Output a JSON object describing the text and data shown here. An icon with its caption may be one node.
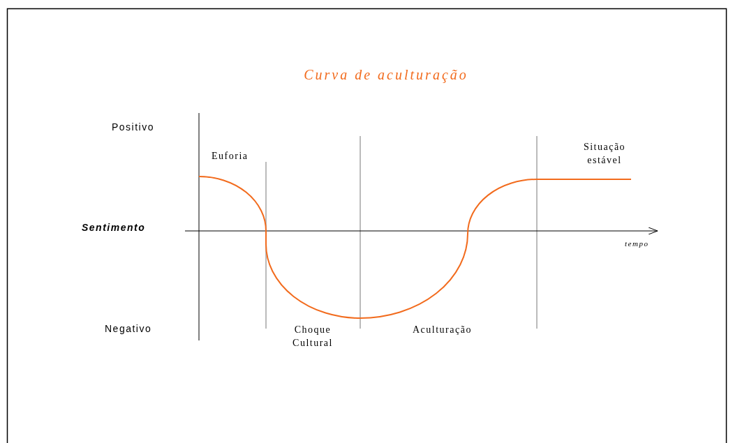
{
  "diagram": {
    "title": "Curva de aculturação",
    "labels": [
      "Positivo",
      "Euforia",
      "Situação estável",
      "Sentimento",
      "tempo",
      "Negativo",
      "Choque Cultural",
      "Aculturação"
    ]
  }
}
